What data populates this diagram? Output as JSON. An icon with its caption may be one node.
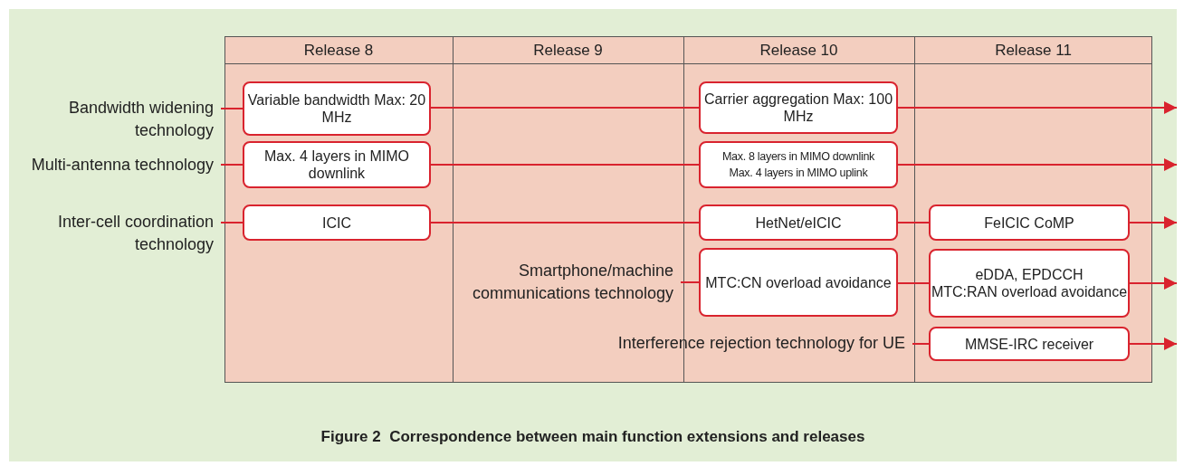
{
  "diagram": {
    "caption": "Figure 2  Correspondence between main function extensions and releases",
    "nodes": [
      {
        "text": [
          "Bandwidth widening technology"
        ]
      },
      {
        "text": [
          "Variable bandwidth Max: 20 MHz"
        ]
      },
      {
        "text": [
          "Carrier aggregation Max: 100 MHz"
        ]
      },
      {
        "text": [
          "Multi-antenna technology"
        ]
      },
      {
        "text": [
          "Max. 4 layers in MIMO downlink"
        ]
      },
      {
        "text": [
          "Max. 8 layers in MIMO downlink",
          "Max. 4 layers in MIMO uplink"
        ]
      },
      {
        "text": [
          "Inter-cell coordination technology"
        ]
      },
      {
        "text": [
          "ICIC"
        ]
      },
      {
        "text": [
          "HetNet/eICIC"
        ]
      },
      {
        "text": [
          "FeICIC CoMP"
        ]
      },
      {
        "text": [
          "Smartphone/machine communications technology"
        ]
      },
      {
        "text": [
          "MTC:CN overload avoidance"
        ]
      },
      {
        "text": [
          "eDDA, EPDCCH",
          "MTC:RAN overload avoidance"
        ]
      },
      {
        "text": [
          "Interference rejection technology for UE"
        ]
      },
      {
        "text": [
          "MMSE-IRC receiver"
        ]
      }
    ],
    "edges": [
      {
        "from": 0,
        "to": 1,
        "arrow": "none"
      },
      {
        "from": 1,
        "to": 2,
        "arrow": "none"
      },
      {
        "from": 2,
        "to": null,
        "arrow": "to"
      },
      {
        "from": 3,
        "to": 4,
        "arrow": "none"
      },
      {
        "from": 4,
        "to": 5,
        "arrow": "none"
      },
      {
        "from": 5,
        "to": null,
        "arrow": "to"
      },
      {
        "from": 6,
        "to": 7,
        "arrow": "none"
      },
      {
        "from": 7,
        "to": 8,
        "arrow": "none"
      },
      {
        "from": 8,
        "to": 9,
        "arrow": "none"
      },
      {
        "from": 9,
        "to": null,
        "arrow": "to"
      },
      {
        "from": 10,
        "to": 11,
        "arrow": "none"
      },
      {
        "from": 11,
        "to": 12,
        "arrow": "none"
      },
      {
        "from": 12,
        "to": null,
        "arrow": "to"
      },
      {
        "from": 13,
        "to": 14,
        "arrow": "none"
      },
      {
        "from": 14,
        "to": null,
        "arrow": "to"
      }
    ],
    "labels": [
      "Release 8",
      "Release 9",
      "Release 10",
      "Release 11"
    ]
  }
}
